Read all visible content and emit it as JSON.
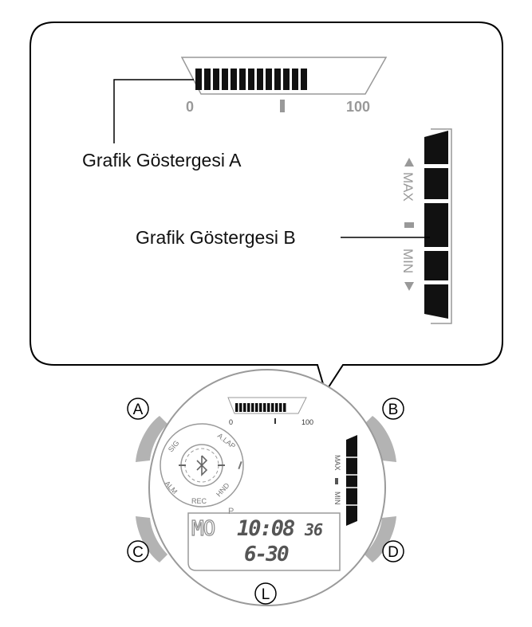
{
  "callout": {
    "graph_a_label": "Grafik Göstergesi A",
    "graph_b_label": "Grafik Göstergesi B",
    "scale_min": "0",
    "scale_max": "100",
    "max_label": "MAX",
    "min_label": "MIN"
  },
  "watch": {
    "buttons": {
      "a": "A",
      "b": "B",
      "c": "C",
      "d": "D",
      "l": "L"
    },
    "dial_labels": {
      "sig": "SIG",
      "alap": "A.LAP",
      "alm": "ALM",
      "rec": "REC",
      "hnd": "HND"
    },
    "scale_min": "0",
    "scale_max": "100",
    "max_label": "MAX",
    "min_label": "MIN",
    "pm_indicator": "P",
    "day": "MO",
    "time": "10:08",
    "seconds": "36",
    "date": "6-30"
  },
  "icons": [
    "bluetooth-icon",
    "triangle-up-icon",
    "triangle-down-icon"
  ],
  "colors": {
    "button_gray": "#b3b3b3",
    "outline_gray": "#9a9a9a",
    "segment_black": "#111111"
  }
}
